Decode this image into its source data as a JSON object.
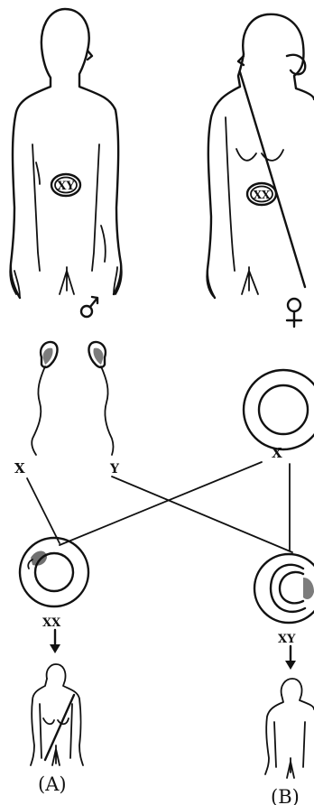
{
  "male": {
    "chromosomes": "XY"
  },
  "female": {
    "chromosomes": "XX"
  },
  "sperm": {
    "left": "X",
    "right": "Y"
  },
  "egg": {
    "label": "X"
  },
  "offspring": {
    "a": {
      "chromosomes": "XX",
      "caption": "(A)"
    },
    "b": {
      "chromosomes": "XY",
      "caption": "(B)"
    }
  },
  "colors": {
    "ink": "#111111",
    "background": "#ffffff"
  }
}
